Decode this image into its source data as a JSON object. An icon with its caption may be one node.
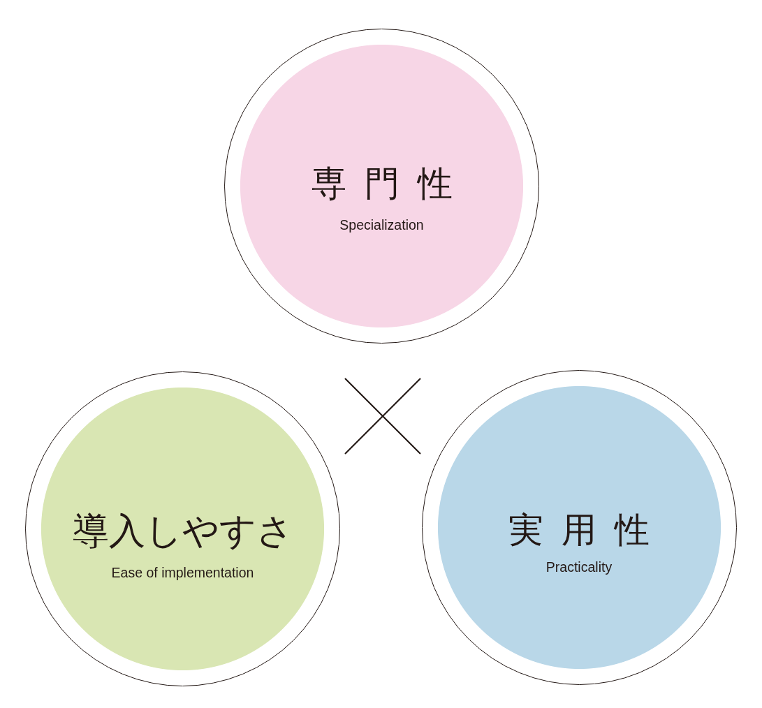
{
  "diagram": {
    "nodes": [
      {
        "text": [
          "専門性",
          "Specialization"
        ]
      },
      {
        "text": [
          "導入しやすさ",
          "Ease of implementation"
        ]
      },
      {
        "text": [
          "実用性",
          "Practicality"
        ]
      }
    ]
  }
}
